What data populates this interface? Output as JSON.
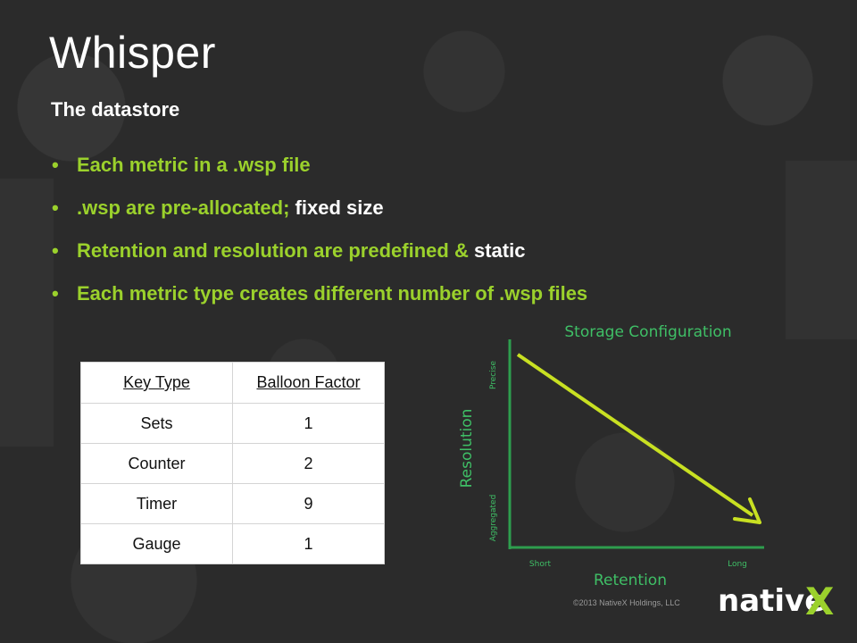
{
  "slide": {
    "title": "Whisper",
    "subtitle": "The datastore"
  },
  "bullets": [
    {
      "green": "Each metric in a .wsp file",
      "white": ""
    },
    {
      "green": ".wsp are pre-allocated; ",
      "white": "fixed size"
    },
    {
      "green": "Retention and resolution are predefined & ",
      "white": "static"
    },
    {
      "green": "Each metric type creates different number of .wsp files",
      "white": ""
    }
  ],
  "table": {
    "headers": [
      "Key Type",
      "Balloon Factor"
    ],
    "rows": [
      [
        "Sets",
        "1"
      ],
      [
        "Counter",
        "2"
      ],
      [
        "Timer",
        "9"
      ],
      [
        "Gauge",
        "1"
      ]
    ]
  },
  "storage_chart": {
    "title": "Storage Configuration",
    "y_label": "Resolution",
    "x_label": "Retention",
    "y_top_label": "Precise",
    "y_bottom_label": "Aggregated",
    "x_left_label": "Short",
    "x_right_label": "Long",
    "colors": {
      "axis": "#2e9e4e",
      "arrow": "#c8e022",
      "label": "#3fbf66"
    }
  },
  "footer": {
    "copyright": "©2013 NativeX Holdings, LLC"
  },
  "logo": {
    "text": "native",
    "x": "X",
    "accent": "#9bd12c"
  }
}
